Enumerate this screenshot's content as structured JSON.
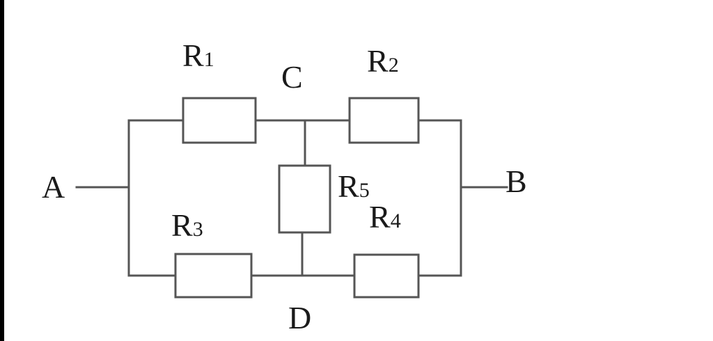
{
  "diagram": {
    "nodes": {
      "a": "A",
      "b": "B",
      "c": "C",
      "d": "D"
    },
    "resistors": [
      {
        "letter": "R",
        "index": "1"
      },
      {
        "letter": "R",
        "index": "2"
      },
      {
        "letter": "R",
        "index": "3"
      },
      {
        "letter": "R",
        "index": "4"
      },
      {
        "letter": "R",
        "index": "5"
      }
    ]
  },
  "colors": {
    "line": "#555555",
    "text": "#1a1a1a",
    "frame": "#000000"
  }
}
